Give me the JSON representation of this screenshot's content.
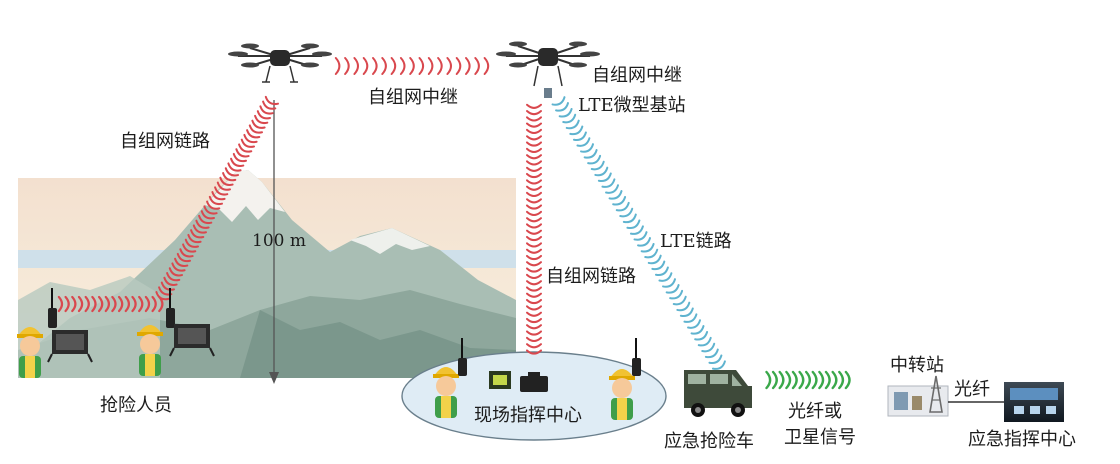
{
  "labels": {
    "relay_top": "自组网中继",
    "relay_right": "自组网中继",
    "lte_base": "LTE微型基站",
    "adhoc_link_left": "自组网链路",
    "adhoc_link_center": "自组网链路",
    "lte_link": "LTE链路",
    "height": "100 m",
    "rescuers": "抢险人员",
    "command_site": "现场指挥中心",
    "vehicle": "应急抢险车",
    "signal_line1": "光纤或",
    "signal_line2": "卫星信号",
    "transfer_station": "中转站",
    "fiber": "光纤",
    "emergency_center": "应急指挥中心"
  },
  "colors": {
    "adhoc_link": "#d9484e",
    "lte_link": "#5fb3cf",
    "satellite_link": "#3aa84a",
    "ellipse_fill": "#dfecf5",
    "mountain": "#a6bcb2"
  },
  "icons": [
    "drone-icon",
    "worker-icon",
    "radio-icon",
    "equipment-box-icon",
    "van-icon",
    "relay-tower-icon",
    "command-center-icon"
  ]
}
